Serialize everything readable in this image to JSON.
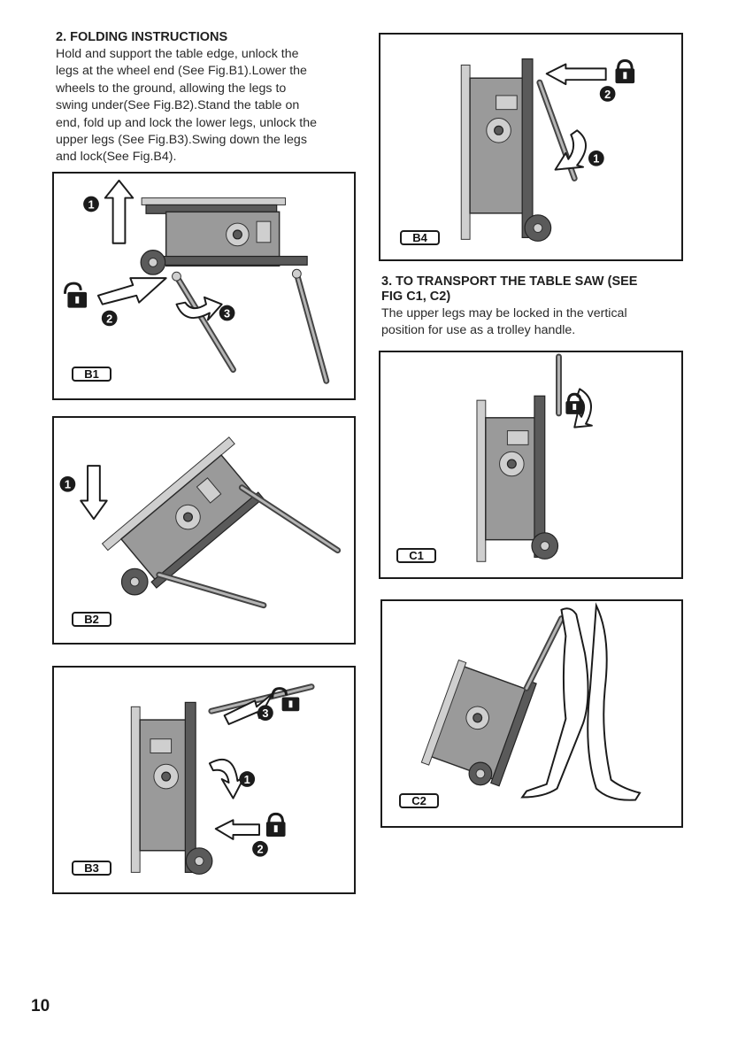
{
  "folding": {
    "heading": "2. FOLDING INSTRUCTIONS",
    "lines": [
      "Hold and support the table edge, unlock the",
      "legs at the wheel end (See Fig.B1).Lower the",
      "wheels to the ground, allowing the legs to",
      "swing under(See Fig.B2).Stand the table on",
      "end, fold up and lock the lower legs, unlock the",
      "upper legs (See Fig.B3).Swing down the legs",
      "and lock(See Fig.B4)."
    ]
  },
  "transport": {
    "heading_line1": "3. TO TRANSPORT THE TABLE SAW (SEE",
    "heading_line2": "FIG C1, C2)",
    "lines": [
      "The upper legs may be locked in the vertical",
      "position for use as a trolley handle."
    ]
  },
  "figures": {
    "b1": "B1",
    "b2": "B2",
    "b3": "B3",
    "b4": "B4",
    "c1": "C1",
    "c2": "C2"
  },
  "step_numbers": [
    "1",
    "2",
    "3"
  ],
  "icons": [
    "unlock-icon",
    "lock-icon",
    "rotate-arrow-icon",
    "straight-arrow-icon"
  ],
  "page_number": "10"
}
